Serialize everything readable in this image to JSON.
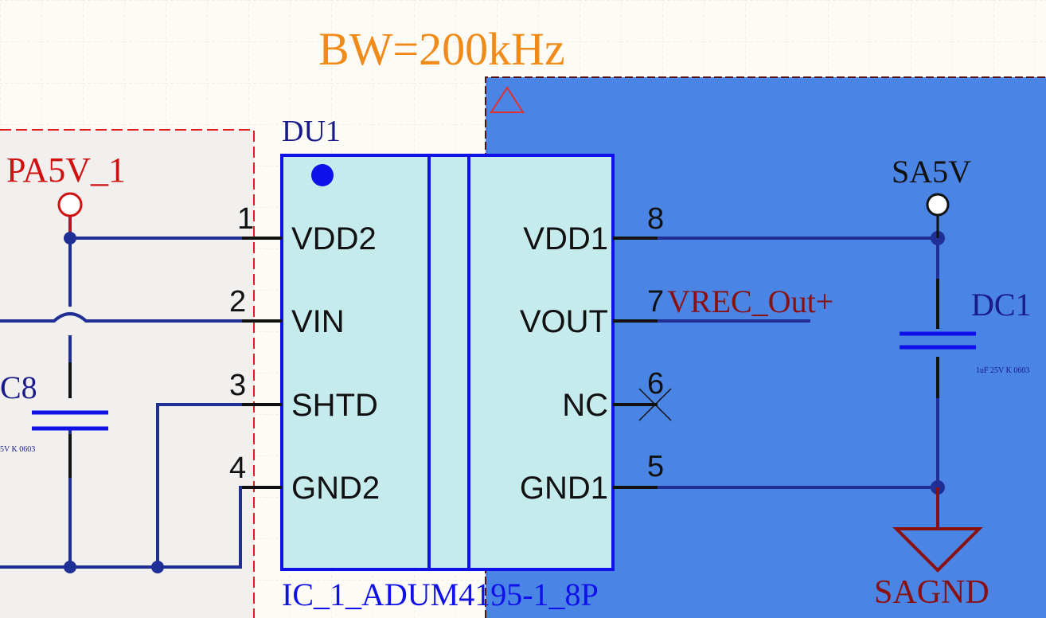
{
  "annotation": {
    "bandwidth_note": "BW=200kHz"
  },
  "component": {
    "designator": "DU1",
    "part_name": "IC_1_ADUM4195-1_8P",
    "left_pins": [
      {
        "number": "1",
        "name": "VDD2"
      },
      {
        "number": "2",
        "name": "VIN"
      },
      {
        "number": "3",
        "name": "SHTD"
      },
      {
        "number": "4",
        "name": "GND2"
      }
    ],
    "right_pins": [
      {
        "number": "8",
        "name": "VDD1"
      },
      {
        "number": "7",
        "name": "VOUT"
      },
      {
        "number": "6",
        "name": "NC"
      },
      {
        "number": "5",
        "name": "GND1"
      }
    ]
  },
  "nets": {
    "left_power": "PA5V_1",
    "right_power": "SA5V",
    "vout_net": "VREC_Out+",
    "right_ground": "SAGND"
  },
  "capacitors": {
    "left": {
      "designator": "C8",
      "value": "5V K 0603"
    },
    "right": {
      "designator": "DC1",
      "value": "1uF 25V K 0603"
    }
  },
  "colors": {
    "wire": "#1f2f96",
    "ic_fill": "#c6ebec",
    "ic_border": "#1010e8",
    "highlight_region": "#4a84e4",
    "net_label_red": "#d01010",
    "annotation_orange": "#f08a18",
    "ground_dark_red": "#8a1010",
    "grid": "#e6e4dc"
  }
}
